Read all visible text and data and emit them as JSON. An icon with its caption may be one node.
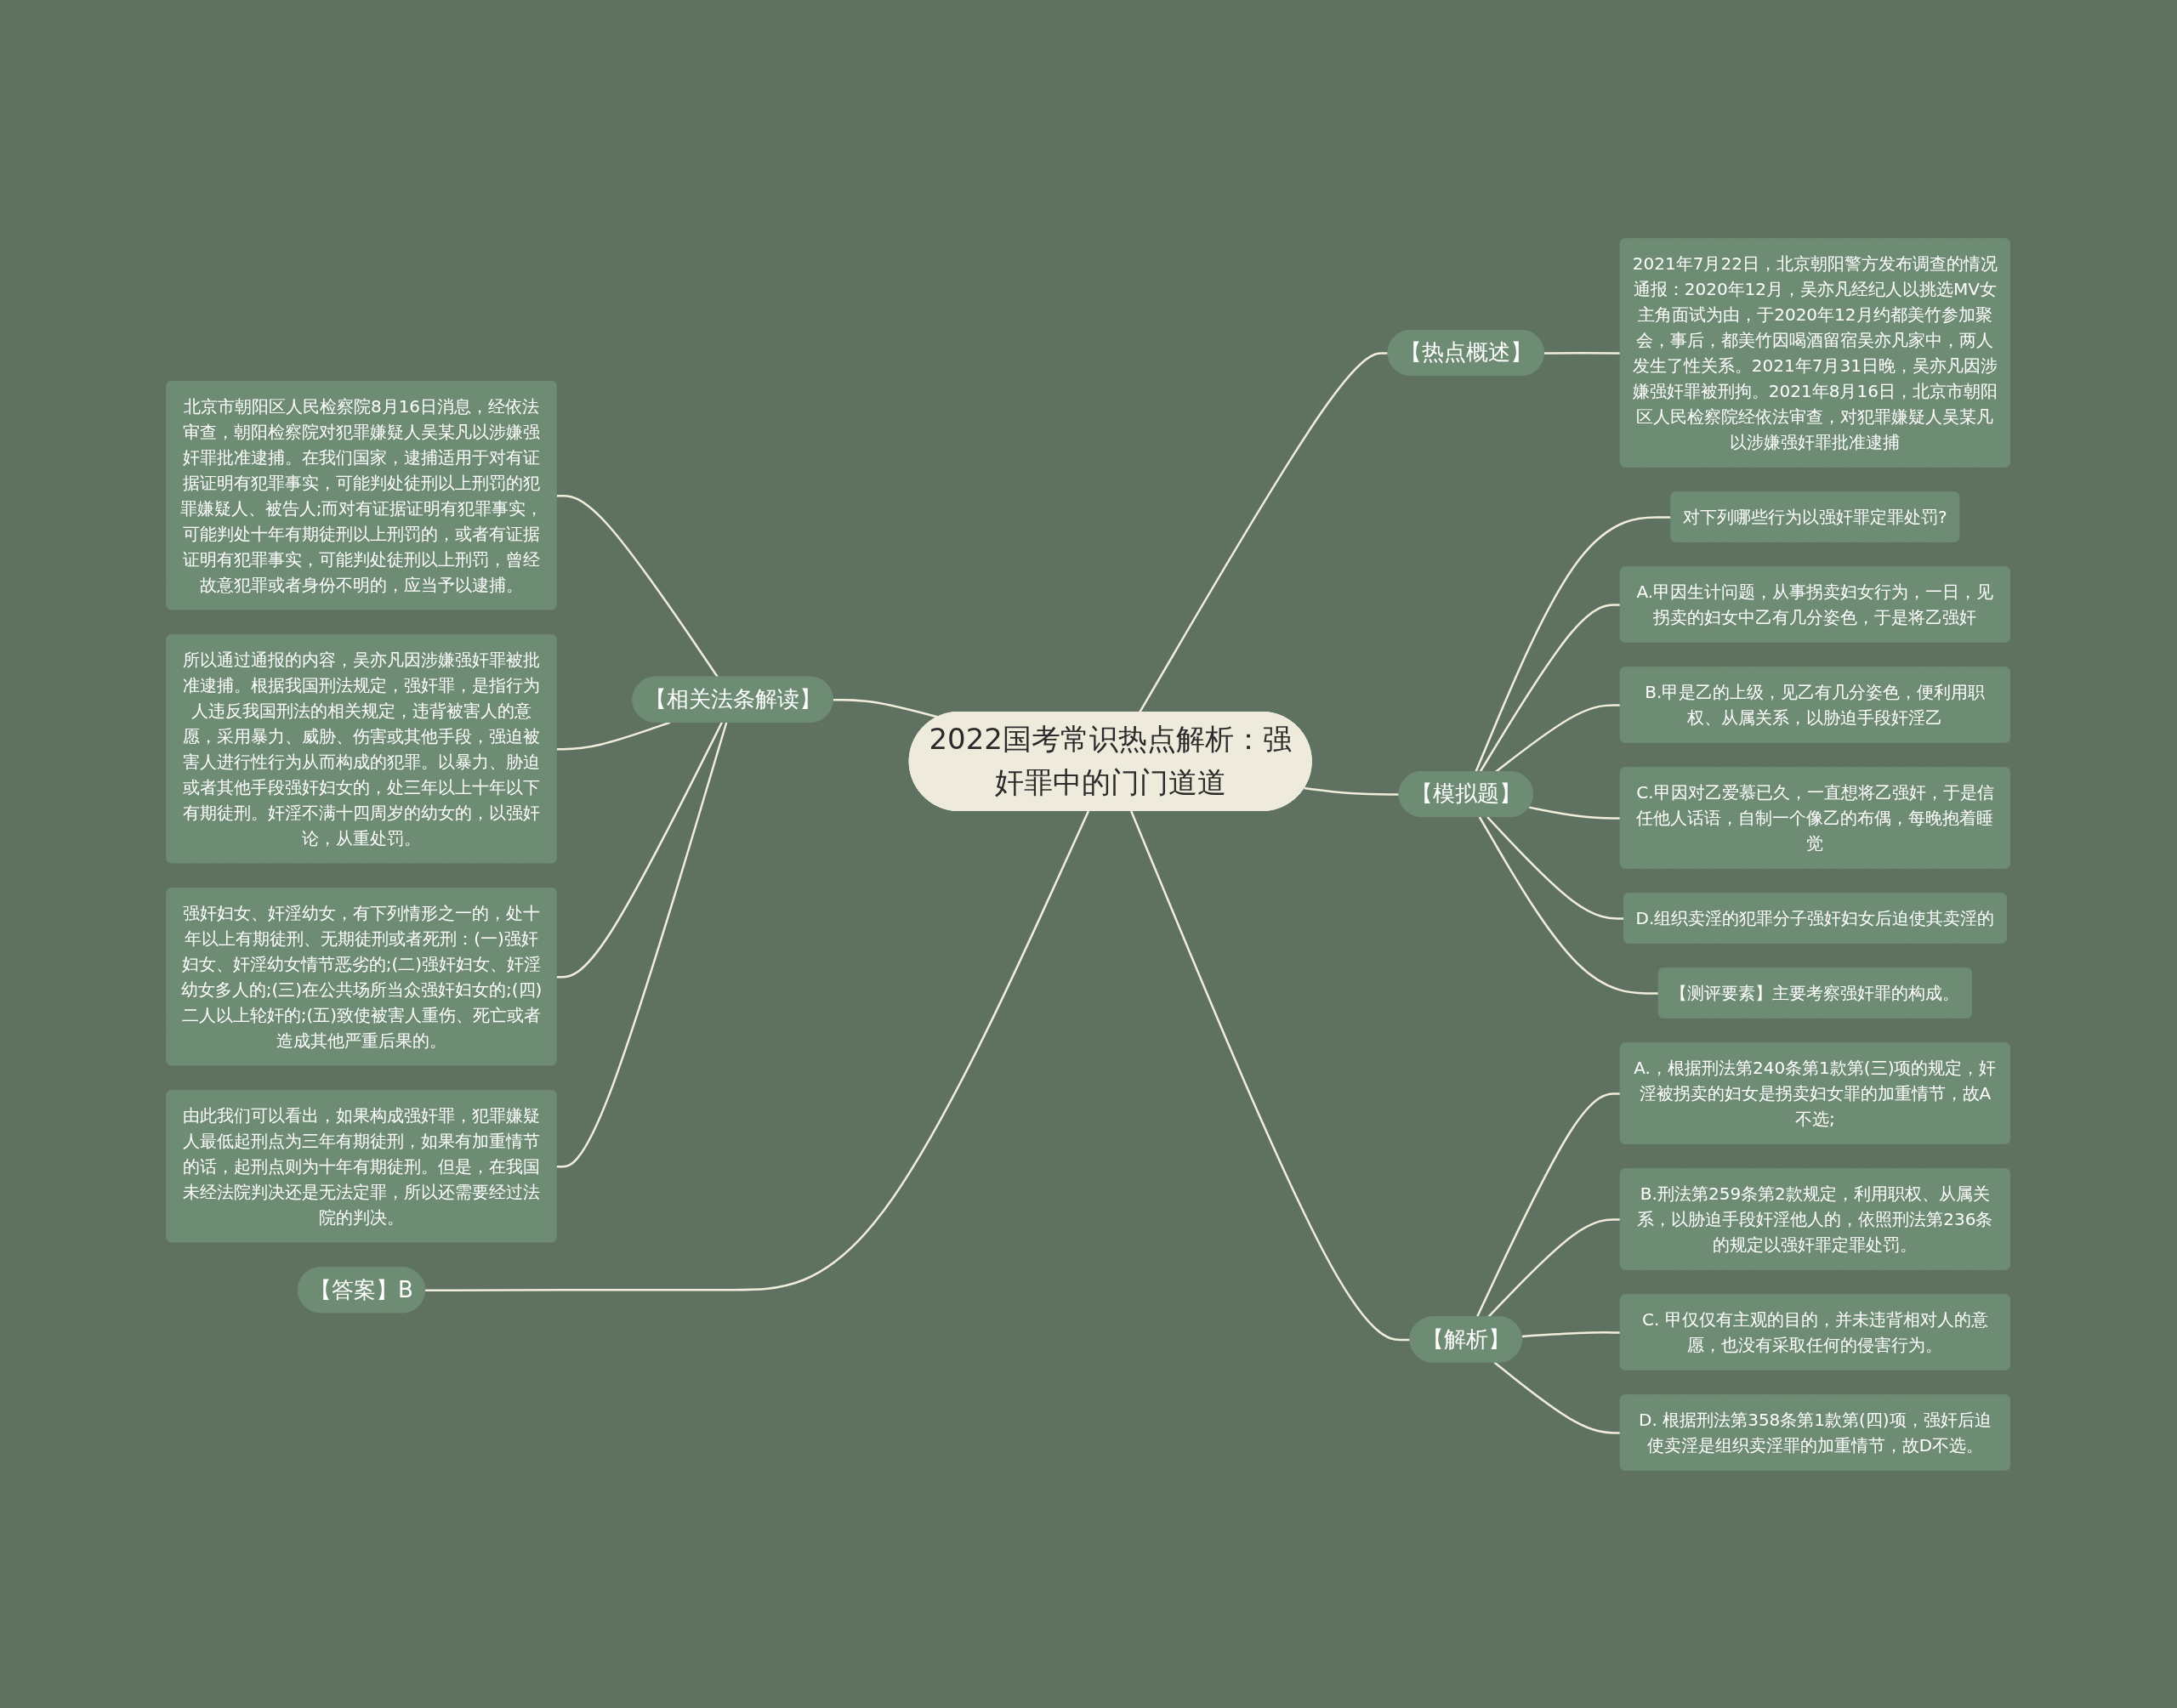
{
  "diagram": {
    "nodes": [
      {
        "text": [
          "2022国考常识热点解析：强奸罪中的门门道道"
        ]
      },
      {
        "text": [
          "【热点概述】"
        ]
      },
      {
        "text": [
          "2021年7月22日，北京朝阳警方发布调查的情况通报：2020年12月，吴亦凡经纪人以挑选MV女主角面试为由，于2020年12月约都美竹参加聚会，事后，都美竹因喝酒留宿吴亦凡家中，两人发生了性关系。2021年7月31日晚，吴亦凡因涉嫌强奸罪被刑拘。2021年8月16日，北京市朝阳区人民检察院经依法审查，对犯罪嫌疑人吴某凡以涉嫌强奸罪批准逮捕"
        ]
      },
      {
        "text": [
          "【模拟题】"
        ]
      },
      {
        "text": [
          "对下列哪些行为以强奸罪定罪处罚?"
        ]
      },
      {
        "text": [
          "A.甲因生计问题，从事拐卖妇女行为，一日，见拐卖的妇女中乙有几分姿色，于是将乙强奸"
        ]
      },
      {
        "text": [
          "B.甲是乙的上级，见乙有几分姿色，便利用职权、从属关系，以胁迫手段奸淫乙"
        ]
      },
      {
        "text": [
          "C.甲因对乙爱慕已久，一直想将乙强奸，于是信任他人话语，自制一个像乙的布偶，每晚抱着睡觉"
        ]
      },
      {
        "text": [
          "D.组织卖淫的犯罪分子强奸妇女后迫使其卖淫的"
        ]
      },
      {
        "text": [
          "【测评要素】主要考察强奸罪的构成。"
        ]
      },
      {
        "text": [
          "【解析】"
        ]
      },
      {
        "text": [
          "A.，根据刑法第240条第1款第(三)项的规定，奸淫被拐卖的妇女是拐卖妇女罪的加重情节，故A不选;"
        ]
      },
      {
        "text": [
          "B.刑法第259条第2款规定，利用职权、从属关系，以胁迫手段奸淫他人的，依照刑法第236条的规定以强奸罪定罪处罚。"
        ]
      },
      {
        "text": [
          "C. 甲仅仅有主观的目的，并未违背相对人的意愿，也没有采取任何的侵害行为。"
        ]
      },
      {
        "text": [
          "D. 根据刑法第358条第1款第(四)项，强奸后迫使卖淫是组织卖淫罪的加重情节，故D不选。"
        ]
      },
      {
        "text": [
          "【相关法条解读】"
        ]
      },
      {
        "text": [
          "北京市朝阳区人民检察院8月16日消息，经依法审查，朝阳检察院对犯罪嫌疑人吴某凡以涉嫌强奸罪批准逮捕。在我们国家，逮捕适用于对有证据证明有犯罪事实，可能判处徒刑以上刑罚的犯罪嫌疑人、被告人;而对有证据证明有犯罪事实，可能判处十年有期徒刑以上刑罚的，或者有证据证明有犯罪事实，可能判处徒刑以上刑罚，曾经故意犯罪或者身份不明的，应当予以逮捕。"
        ]
      },
      {
        "text": [
          "所以通过通报的内容，吴亦凡因涉嫌强奸罪被批准逮捕。根据我国刑法规定，强奸罪，是指行为人违反我国刑法的相关规定，违背被害人的意愿，采用暴力、威胁、伤害或其他手段，强迫被害人进行性行为从而构成的犯罪。以暴力、胁迫或者其他手段强奸妇女的，处三年以上十年以下有期徒刑。奸淫不满十四周岁的幼女的，以强奸论，从重处罚。"
        ]
      },
      {
        "text": [
          "强奸妇女、奸淫幼女，有下列情形之一的，处十年以上有期徒刑、无期徒刑或者死刑：(一)强奸妇女、奸淫幼女情节恶劣的;(二)强奸妇女、奸淫幼女多人的;(三)在公共场所当众强奸妇女的;(四)二人以上轮奸的;(五)致使被害人重伤、死亡或者造成其他严重后果的。"
        ]
      },
      {
        "text": [
          "由此我们可以看出，如果构成强奸罪，犯罪嫌疑人最低起刑点为三年有期徒刑，如果有加重情节的话，起刑点则为十年有期徒刑。但是，在我国未经法院判决还是无法定罪，所以还需要经过法院的判决。"
        ]
      },
      {
        "text": [
          "【答案】B"
        ]
      }
    ],
    "edges": [
      {
        "from": 0,
        "to": 1,
        "arrow": "none"
      },
      {
        "from": 1,
        "to": 2,
        "arrow": "none"
      },
      {
        "from": 0,
        "to": 3,
        "arrow": "none"
      },
      {
        "from": 3,
        "to": 4,
        "arrow": "none"
      },
      {
        "from": 3,
        "to": 5,
        "arrow": "none"
      },
      {
        "from": 3,
        "to": 6,
        "arrow": "none"
      },
      {
        "from": 3,
        "to": 7,
        "arrow": "none"
      },
      {
        "from": 3,
        "to": 8,
        "arrow": "none"
      },
      {
        "from": 3,
        "to": 9,
        "arrow": "none"
      },
      {
        "from": 0,
        "to": 10,
        "arrow": "none"
      },
      {
        "from": 10,
        "to": 11,
        "arrow": "none"
      },
      {
        "from": 10,
        "to": 12,
        "arrow": "none"
      },
      {
        "from": 10,
        "to": 13,
        "arrow": "none"
      },
      {
        "from": 10,
        "to": 14,
        "arrow": "none"
      },
      {
        "from": 15,
        "to": 0,
        "arrow": "none"
      },
      {
        "from": 16,
        "to": 15,
        "arrow": "none"
      },
      {
        "from": 17,
        "to": 15,
        "arrow": "none"
      },
      {
        "from": 18,
        "to": 15,
        "arrow": "none"
      },
      {
        "from": 19,
        "to": 15,
        "arrow": "none"
      },
      {
        "from": 20,
        "to": 0,
        "arrow": "none"
      }
    ]
  }
}
